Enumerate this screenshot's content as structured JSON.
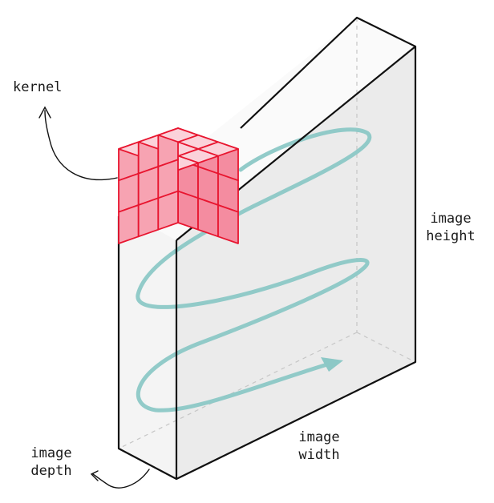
{
  "labels": {
    "kernel": "kernel",
    "image_height": [
      "image",
      "height"
    ],
    "image_width": [
      "image",
      "width"
    ],
    "image_depth": [
      "image",
      "depth"
    ]
  },
  "colors": {
    "kernel_stroke": "#e8152f",
    "kernel_front": "#f7a3b2",
    "kernel_top": "#fbd2da",
    "kernel_side": "#f48ca0",
    "spiral": "#8cc8c6",
    "block_front": "#f4f4f4",
    "block_side": "#ebebeb",
    "outline": "#111111",
    "hidden_edge": "#c8c8c8"
  },
  "kernel_grid": {
    "rows": 3,
    "cols": 3,
    "layers": 3
  }
}
